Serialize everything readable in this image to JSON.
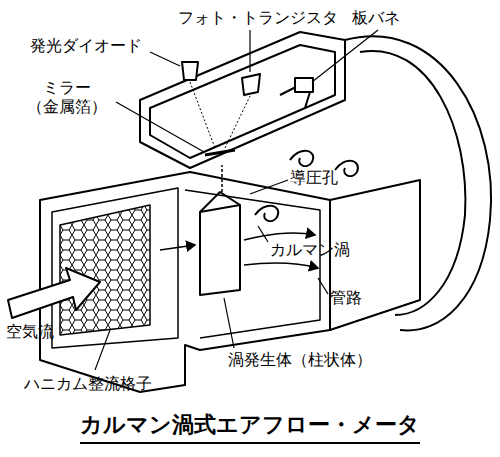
{
  "diagram": {
    "caption": "カルマン渦式エアフロー・メータ",
    "labels": [
      "フォト・トランジスタ",
      "板バネ",
      "発光ダイオード",
      "ミラー （金属箔）",
      "導圧孔",
      "カルマン渦",
      "管路",
      "空気流",
      "渦発生体（柱状体）",
      "ハニカム整流格子"
    ]
  }
}
